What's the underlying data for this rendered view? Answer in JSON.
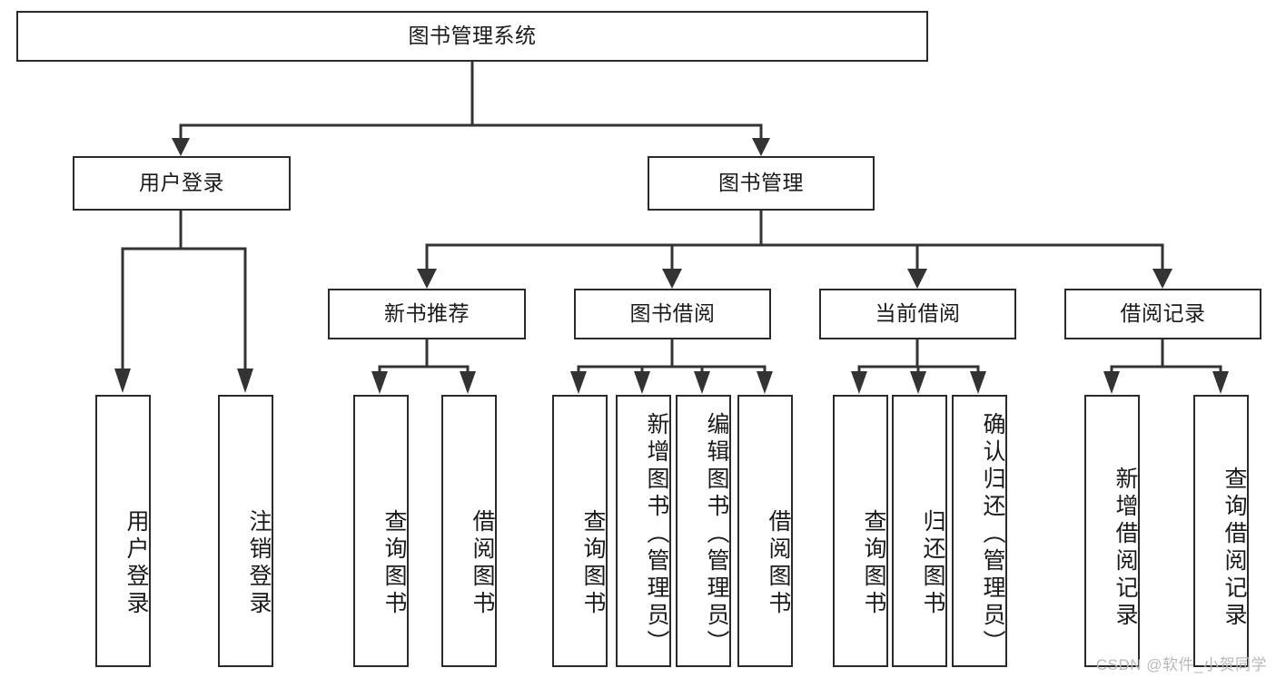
{
  "diagram": {
    "title": "图书管理系统",
    "type": "tree-hierarchy-chart",
    "watermark": "CSDN @软件_小贺同学",
    "colors": {
      "box_border": "#2b2b2b",
      "box_fill": "#ffffff",
      "connector": "#333333",
      "text": "#1a1a1a",
      "watermark": "#b9b9b9",
      "background": "#ffffff"
    },
    "nodes": {
      "root": {
        "label": "图书管理系统"
      },
      "level1": [
        {
          "label": "用户登录"
        },
        {
          "label": "图书管理"
        }
      ],
      "level2": [
        {
          "label": "新书推荐"
        },
        {
          "label": "图书借阅"
        },
        {
          "label": "当前借阅"
        },
        {
          "label": "借阅记录"
        }
      ],
      "leaves_user_login": [
        {
          "label": "用户登录"
        },
        {
          "label": "注销登录"
        }
      ],
      "leaves_new_book": [
        {
          "label": "查询图书"
        },
        {
          "label": "借阅图书"
        }
      ],
      "leaves_borrow": [
        {
          "label": "查询图书"
        },
        {
          "label": "新增图书（管理员）"
        },
        {
          "label": "编辑图书（管理员）"
        },
        {
          "label": "借阅图书"
        }
      ],
      "leaves_current": [
        {
          "label": "查询图书"
        },
        {
          "label": "归还图书"
        },
        {
          "label": "确认归还（管理员）"
        }
      ],
      "leaves_records": [
        {
          "label": "新增借阅记录"
        },
        {
          "label": "查询借阅记录"
        }
      ]
    }
  }
}
